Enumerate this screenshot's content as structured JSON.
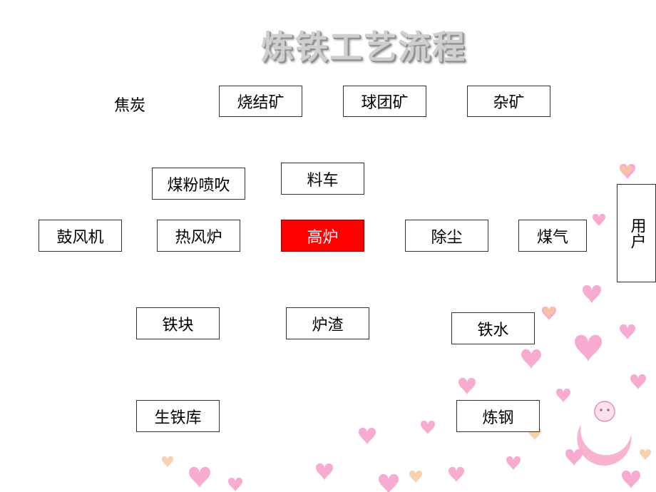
{
  "title": "炼铁工艺流程",
  "inputs": {
    "coke": "焦炭",
    "sinter": "烧结矿",
    "pellet": "球团矿",
    "misc_ore": "杂矿"
  },
  "nodes": {
    "coal_injection": "煤粉喷吹",
    "charging_car": "料车",
    "blower": "鼓风机",
    "hot_blast_stove": "热风炉",
    "blast_furnace": "高炉",
    "dust_removal": "除尘",
    "gas": "煤气",
    "user": "用户",
    "iron_block": "铁块",
    "slag": "炉渣",
    "molten_iron": "铁水",
    "pig_iron_store": "生铁库",
    "steelmaking": "炼钢"
  },
  "colors": {
    "highlight": "#ff0000",
    "heart_pink": "#f48fc0",
    "heart_orange": "#f7c79a"
  }
}
